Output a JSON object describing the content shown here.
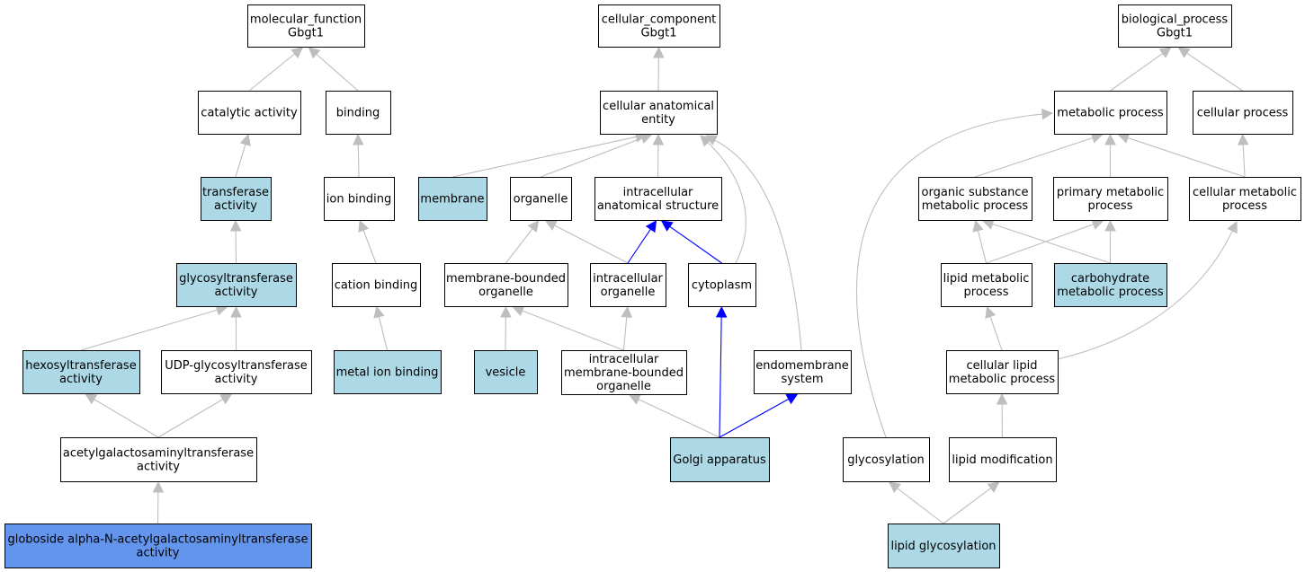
{
  "colors": {
    "plain_fill": "#ffffff",
    "annotated_fill": "#add8e6",
    "focus_fill": "#6495ed",
    "edge_gray": "#bebebe",
    "edge_blue": "#0000ff"
  },
  "nodes": [
    {
      "id": "mf_root",
      "lines": [
        "molecular_function",
        "Gbgt1"
      ],
      "style": "plain"
    },
    {
      "id": "catalytic",
      "lines": [
        "catalytic activity"
      ],
      "style": "plain"
    },
    {
      "id": "binding",
      "lines": [
        "binding"
      ],
      "style": "plain"
    },
    {
      "id": "transferase",
      "lines": [
        "transferase",
        "activity"
      ],
      "style": "annotated"
    },
    {
      "id": "ion_binding",
      "lines": [
        "ion binding"
      ],
      "style": "plain"
    },
    {
      "id": "glycosyltransferase",
      "lines": [
        "glycosyltransferase",
        "activity"
      ],
      "style": "annotated"
    },
    {
      "id": "cation_binding",
      "lines": [
        "cation binding"
      ],
      "style": "plain"
    },
    {
      "id": "hexosyltransferase",
      "lines": [
        "hexosyltransferase",
        "activity"
      ],
      "style": "annotated"
    },
    {
      "id": "udp_glyco",
      "lines": [
        "UDP-glycosyltransferase",
        "activity"
      ],
      "style": "plain"
    },
    {
      "id": "metal_ion",
      "lines": [
        "metal ion binding"
      ],
      "style": "annotated"
    },
    {
      "id": "acetylgal",
      "lines": [
        "acetylgalactosaminyltransferase",
        "activity"
      ],
      "style": "plain"
    },
    {
      "id": "globoside",
      "lines": [
        "globoside alpha-N-acetylgalactosaminyltransferase",
        "activity"
      ],
      "style": "focus"
    },
    {
      "id": "cc_root",
      "lines": [
        "cellular_component",
        "Gbgt1"
      ],
      "style": "plain"
    },
    {
      "id": "cae",
      "lines": [
        "cellular anatomical",
        "entity"
      ],
      "style": "plain"
    },
    {
      "id": "membrane",
      "lines": [
        "membrane"
      ],
      "style": "annotated"
    },
    {
      "id": "organelle",
      "lines": [
        "organelle"
      ],
      "style": "plain"
    },
    {
      "id": "ias",
      "lines": [
        "intracellular",
        "anatomical structure"
      ],
      "style": "plain"
    },
    {
      "id": "mbo",
      "lines": [
        "membrane-bounded",
        "organelle"
      ],
      "style": "plain"
    },
    {
      "id": "io",
      "lines": [
        "intracellular",
        "organelle"
      ],
      "style": "plain"
    },
    {
      "id": "cytoplasm",
      "lines": [
        "cytoplasm"
      ],
      "style": "plain"
    },
    {
      "id": "vesicle",
      "lines": [
        "vesicle"
      ],
      "style": "annotated"
    },
    {
      "id": "imbo",
      "lines": [
        "intracellular",
        "membrane-bounded",
        "organelle"
      ],
      "style": "plain"
    },
    {
      "id": "endomembrane",
      "lines": [
        "endomembrane",
        "system"
      ],
      "style": "plain"
    },
    {
      "id": "golgi",
      "lines": [
        "Golgi apparatus"
      ],
      "style": "annotated"
    },
    {
      "id": "bp_root",
      "lines": [
        "biological_process",
        "Gbgt1"
      ],
      "style": "plain"
    },
    {
      "id": "metabolic",
      "lines": [
        "metabolic process"
      ],
      "style": "plain"
    },
    {
      "id": "cellular_process",
      "lines": [
        "cellular process"
      ],
      "style": "plain"
    },
    {
      "id": "osmp",
      "lines": [
        "organic substance",
        "metabolic process"
      ],
      "style": "plain"
    },
    {
      "id": "pmp",
      "lines": [
        "primary metabolic",
        "process"
      ],
      "style": "plain"
    },
    {
      "id": "cmp",
      "lines": [
        "cellular metabolic",
        "process"
      ],
      "style": "plain"
    },
    {
      "id": "lmp",
      "lines": [
        "lipid metabolic",
        "process"
      ],
      "style": "plain"
    },
    {
      "id": "carb",
      "lines": [
        "carbohydrate",
        "metabolic process"
      ],
      "style": "annotated"
    },
    {
      "id": "clmp",
      "lines": [
        "cellular lipid",
        "metabolic process"
      ],
      "style": "plain"
    },
    {
      "id": "glycosylation",
      "lines": [
        "glycosylation"
      ],
      "style": "plain"
    },
    {
      "id": "lipid_mod",
      "lines": [
        "lipid modification"
      ],
      "style": "plain"
    },
    {
      "id": "lipid_glyco",
      "lines": [
        "lipid glycosylation"
      ],
      "style": "annotated"
    }
  ],
  "edges": [
    {
      "from": "catalytic",
      "to": "mf_root",
      "color": "gray"
    },
    {
      "from": "binding",
      "to": "mf_root",
      "color": "gray"
    },
    {
      "from": "transferase",
      "to": "catalytic",
      "color": "gray"
    },
    {
      "from": "ion_binding",
      "to": "binding",
      "color": "gray"
    },
    {
      "from": "glycosyltransferase",
      "to": "transferase",
      "color": "gray"
    },
    {
      "from": "cation_binding",
      "to": "ion_binding",
      "color": "gray"
    },
    {
      "from": "hexosyltransferase",
      "to": "glycosyltransferase",
      "color": "gray"
    },
    {
      "from": "udp_glyco",
      "to": "glycosyltransferase",
      "color": "gray"
    },
    {
      "from": "metal_ion",
      "to": "cation_binding",
      "color": "gray"
    },
    {
      "from": "acetylgal",
      "to": "hexosyltransferase",
      "color": "gray"
    },
    {
      "from": "acetylgal",
      "to": "udp_glyco",
      "color": "gray"
    },
    {
      "from": "globoside",
      "to": "acetylgal",
      "color": "gray"
    },
    {
      "from": "cae",
      "to": "cc_root",
      "color": "gray"
    },
    {
      "from": "membrane",
      "to": "cae",
      "color": "gray"
    },
    {
      "from": "organelle",
      "to": "cae",
      "color": "gray"
    },
    {
      "from": "ias",
      "to": "cae",
      "color": "gray"
    },
    {
      "from": "cytoplasm",
      "to": "cae",
      "color": "gray"
    },
    {
      "from": "endomembrane",
      "to": "cae",
      "color": "gray"
    },
    {
      "from": "mbo",
      "to": "organelle",
      "color": "gray"
    },
    {
      "from": "io",
      "to": "organelle",
      "color": "gray"
    },
    {
      "from": "io",
      "to": "ias",
      "color": "blue"
    },
    {
      "from": "cytoplasm",
      "to": "ias",
      "color": "blue"
    },
    {
      "from": "vesicle",
      "to": "mbo",
      "color": "gray"
    },
    {
      "from": "imbo",
      "to": "mbo",
      "color": "gray"
    },
    {
      "from": "imbo",
      "to": "io",
      "color": "gray"
    },
    {
      "from": "golgi",
      "to": "imbo",
      "color": "gray"
    },
    {
      "from": "golgi",
      "to": "cytoplasm",
      "color": "blue"
    },
    {
      "from": "golgi",
      "to": "endomembrane",
      "color": "blue"
    },
    {
      "from": "metabolic",
      "to": "bp_root",
      "color": "gray"
    },
    {
      "from": "cellular_process",
      "to": "bp_root",
      "color": "gray"
    },
    {
      "from": "osmp",
      "to": "metabolic",
      "color": "gray"
    },
    {
      "from": "pmp",
      "to": "metabolic",
      "color": "gray"
    },
    {
      "from": "cmp",
      "to": "metabolic",
      "color": "gray"
    },
    {
      "from": "cmp",
      "to": "cellular_process",
      "color": "gray"
    },
    {
      "from": "glycosylation",
      "to": "metabolic",
      "color": "gray"
    },
    {
      "from": "lmp",
      "to": "osmp",
      "color": "gray"
    },
    {
      "from": "lmp",
      "to": "pmp",
      "color": "gray"
    },
    {
      "from": "carb",
      "to": "osmp",
      "color": "gray"
    },
    {
      "from": "carb",
      "to": "pmp",
      "color": "gray"
    },
    {
      "from": "clmp",
      "to": "lmp",
      "color": "gray"
    },
    {
      "from": "clmp",
      "to": "cmp",
      "color": "gray"
    },
    {
      "from": "lipid_mod",
      "to": "clmp",
      "color": "gray"
    },
    {
      "from": "lipid_glyco",
      "to": "glycosylation",
      "color": "gray"
    },
    {
      "from": "lipid_glyco",
      "to": "lipid_mod",
      "color": "gray"
    }
  ]
}
